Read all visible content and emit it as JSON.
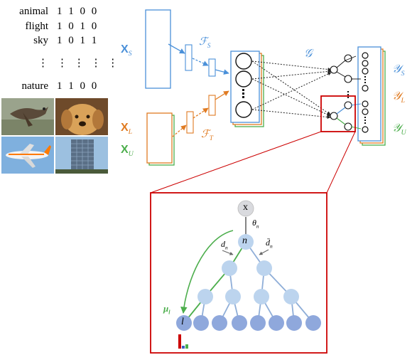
{
  "table": {
    "rows": [
      {
        "word": "animal",
        "bits": "1 1 0 0"
      },
      {
        "word": "flight",
        "bits": "1 0 1 0"
      },
      {
        "word": "sky",
        "bits": "1 0 1 1"
      },
      {
        "word": "⋮",
        "bits": "⋮ ⋮ ⋮ ⋮"
      },
      {
        "word": "nature",
        "bits": "1 1 0 0"
      }
    ]
  },
  "inputs": {
    "xs_base": "X",
    "xs_sub": "S",
    "xl_base": "X",
    "xl_sub": "L",
    "xu_base": "X",
    "xu_sub": "U"
  },
  "functions": {
    "fs_base": "ℱ",
    "fs_sub": "S",
    "ft_base": "ℱ",
    "ft_sub": "T",
    "g": "𝒢"
  },
  "outputs": {
    "ys_base": "𝒴",
    "ys_sub": "S",
    "yl_base": "𝒴",
    "yl_sub": "L",
    "yu_base": "𝒴",
    "yu_sub": "U"
  },
  "tree": {
    "root": "x",
    "theta_base": "θ",
    "theta_sub": "n",
    "node": "n",
    "d_base": "d",
    "d_sub": "n",
    "dbar_base": "d̄",
    "dbar_sub": "n",
    "mu_base": "μ",
    "mu_sub": "l",
    "leaf": "l"
  },
  "colors": {
    "blue": "#4a90d9",
    "orange": "#e07b22",
    "green": "#4cae4c",
    "red": "#cc0000",
    "node_dark": "#8fa8dc",
    "node_light": "#bcd4ee"
  }
}
